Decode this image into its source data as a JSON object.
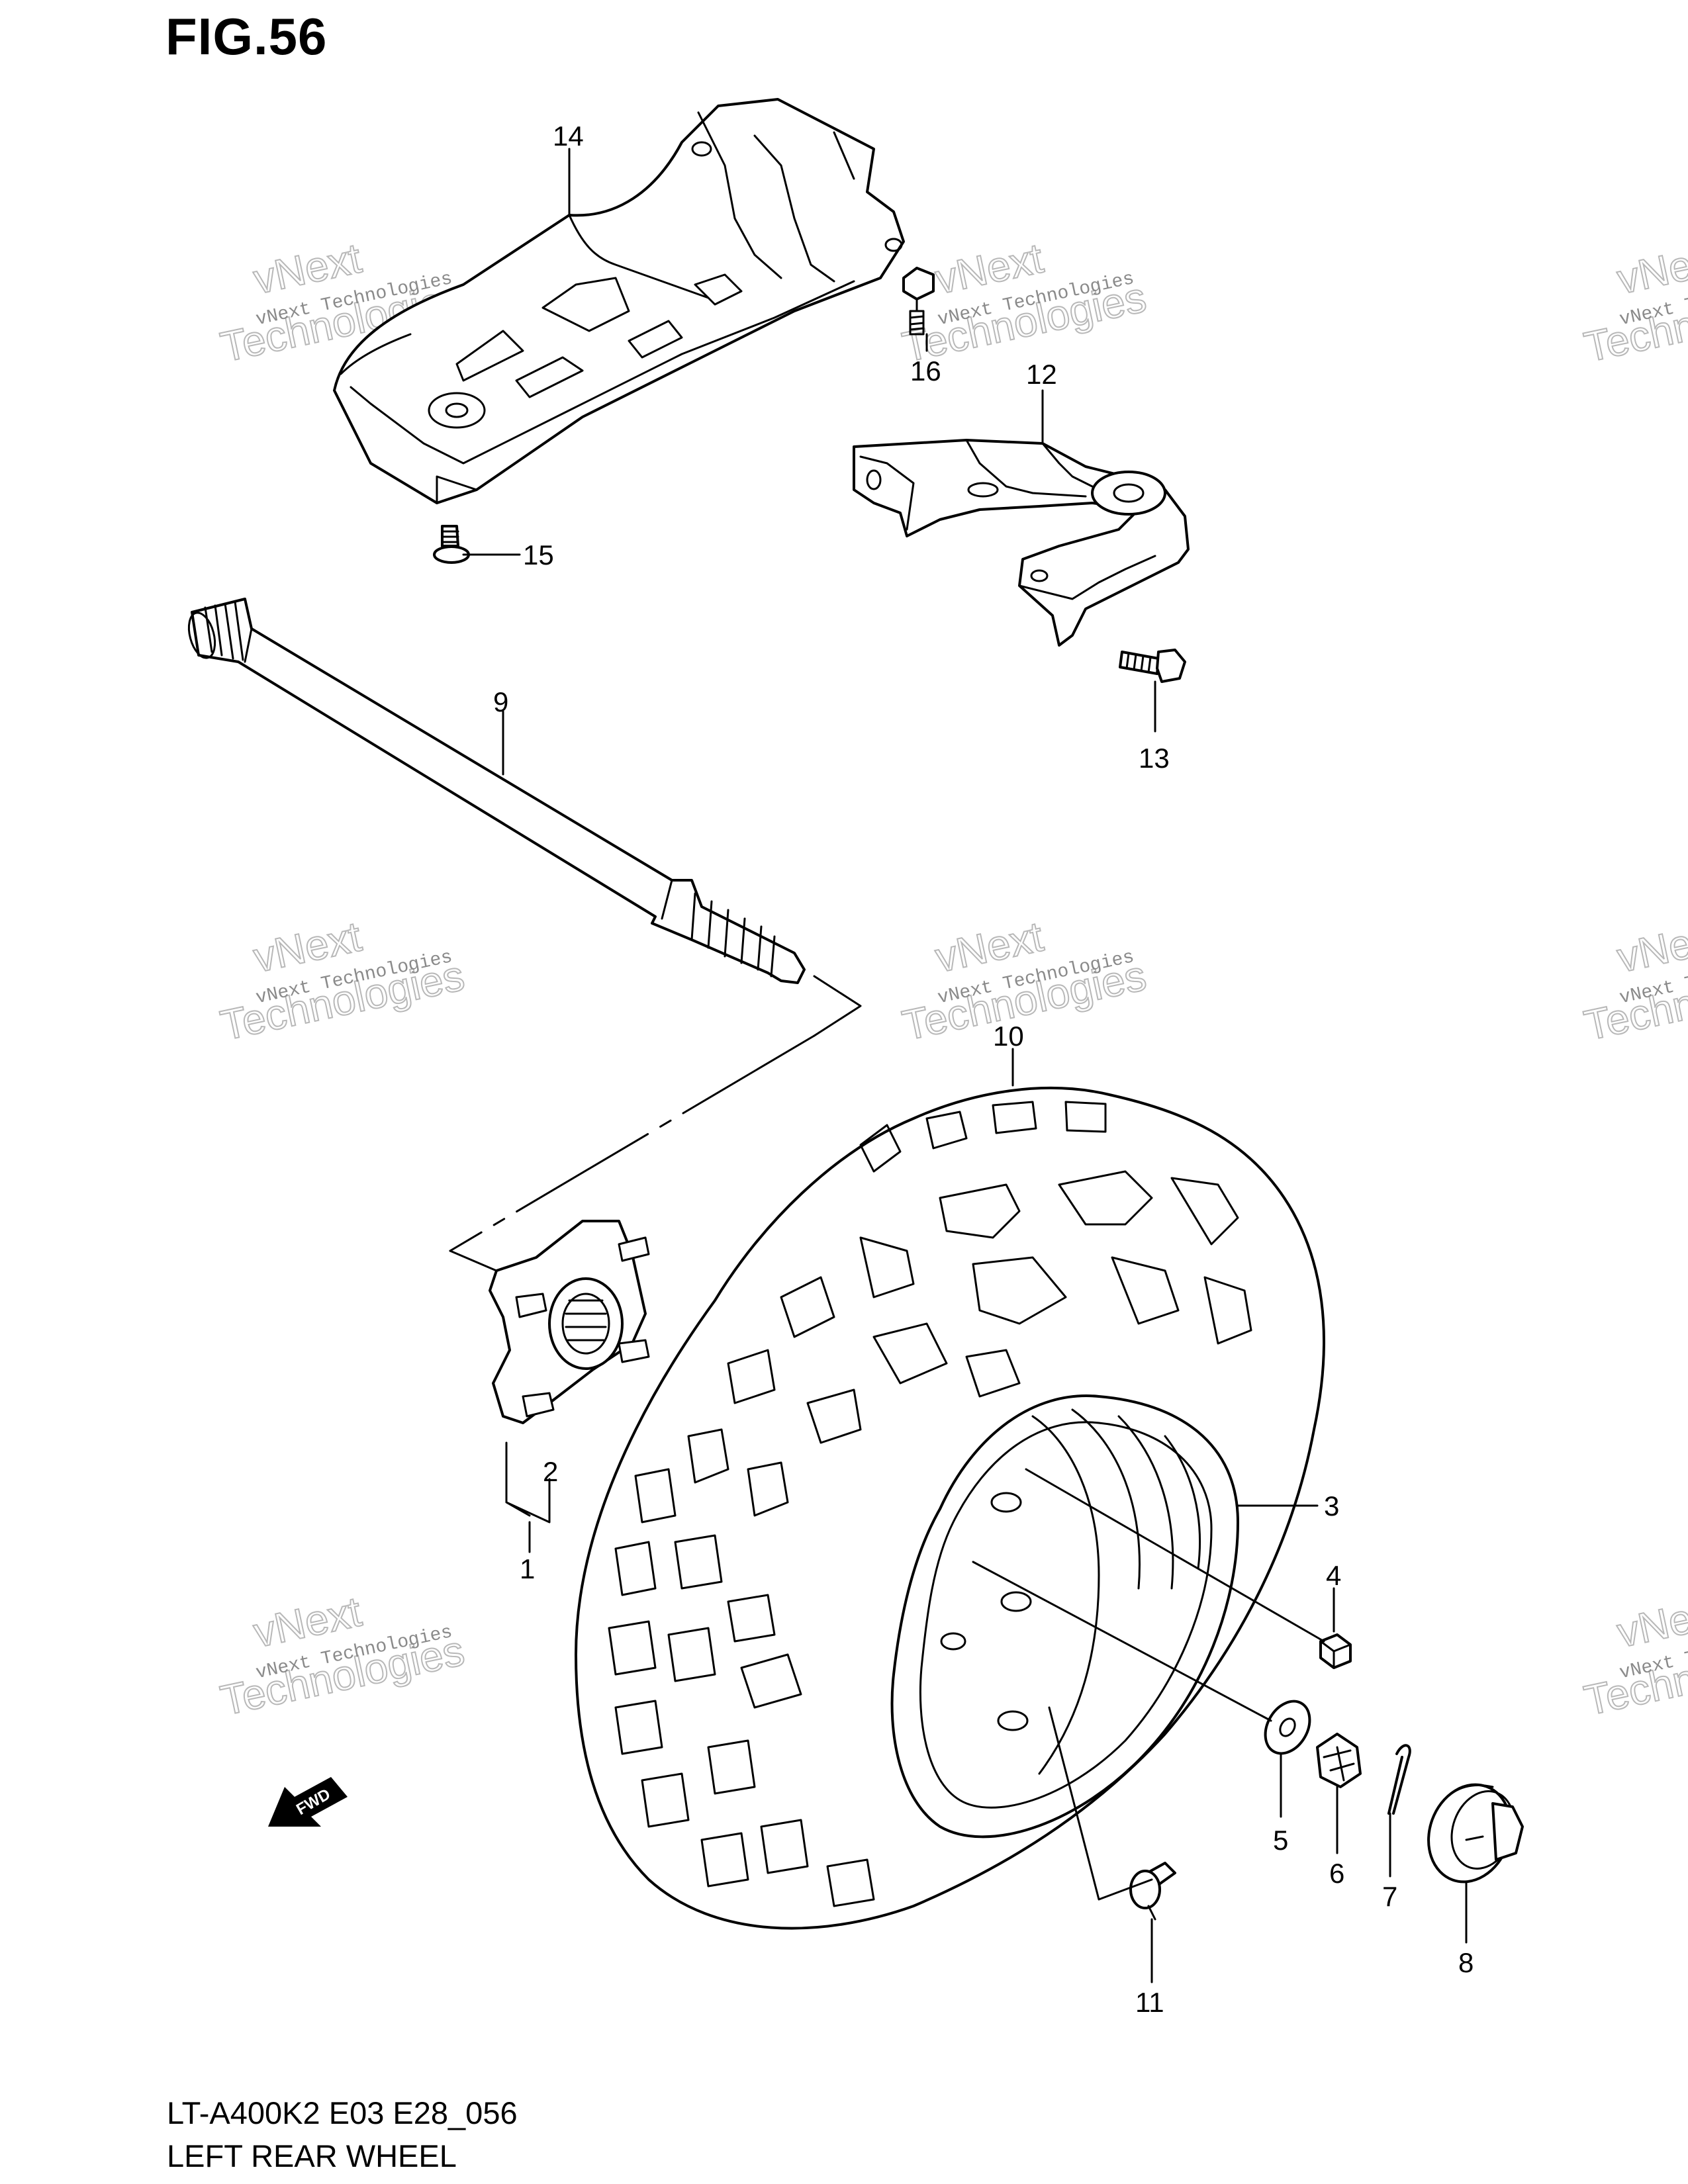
{
  "figure": {
    "title": "FIG.56"
  },
  "caption": {
    "code": "LT-A400K2 E03 E28_056",
    "name": "LEFT REAR WHEEL"
  },
  "callouts": [
    "1",
    "2",
    "3",
    "4",
    "5",
    "6",
    "7",
    "8",
    "9",
    "10",
    "11",
    "12",
    "13",
    "14",
    "15",
    "16"
  ],
  "watermark": {
    "line1": "vNext Technologies",
    "line2": "vNext",
    "line3": "Technologies"
  },
  "arrow_label": "FWD"
}
